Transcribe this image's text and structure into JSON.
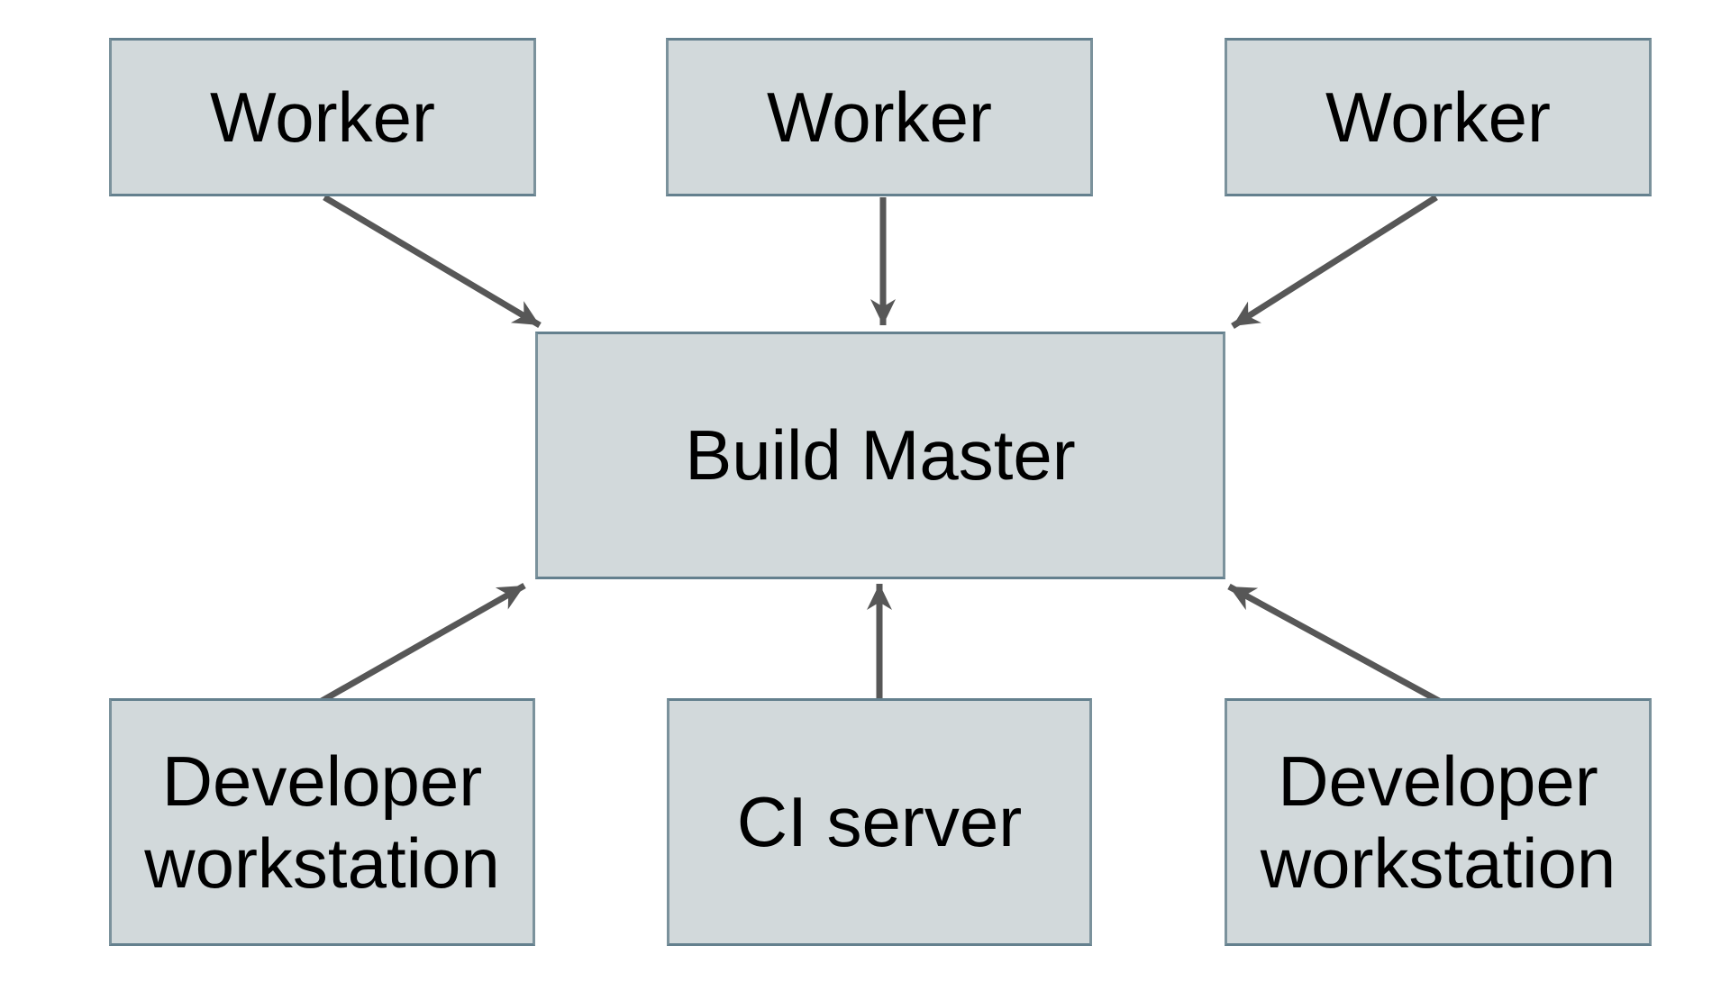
{
  "diagram": {
    "type": "architecture-diagram",
    "background": "#ffffff",
    "colors": {
      "node_fill": "#d2d9db",
      "node_border": "#7b929c",
      "node_border_dark": "#64808e",
      "arrow": "#575757",
      "text": "#000000"
    },
    "nodes": {
      "worker_1": {
        "label": "Worker"
      },
      "worker_2": {
        "label": "Worker"
      },
      "worker_3": {
        "label": "Worker"
      },
      "build_master": {
        "label": "Build Master"
      },
      "developer_workstation_left": {
        "label": "Developer workstation"
      },
      "ci_server": {
        "label": "CI server"
      },
      "developer_workstation_right": {
        "label": "Developer workstation"
      }
    },
    "edges": [
      {
        "from": "worker_1",
        "to": "build_master",
        "direction": "into build master"
      },
      {
        "from": "worker_2",
        "to": "build_master",
        "direction": "into build master"
      },
      {
        "from": "worker_3",
        "to": "build_master",
        "direction": "into build master"
      },
      {
        "from": "developer_workstation_left",
        "to": "build_master",
        "direction": "into build master"
      },
      {
        "from": "ci_server",
        "to": "build_master",
        "direction": "into build master"
      },
      {
        "from": "developer_workstation_right",
        "to": "build_master",
        "direction": "into build master"
      }
    ]
  }
}
